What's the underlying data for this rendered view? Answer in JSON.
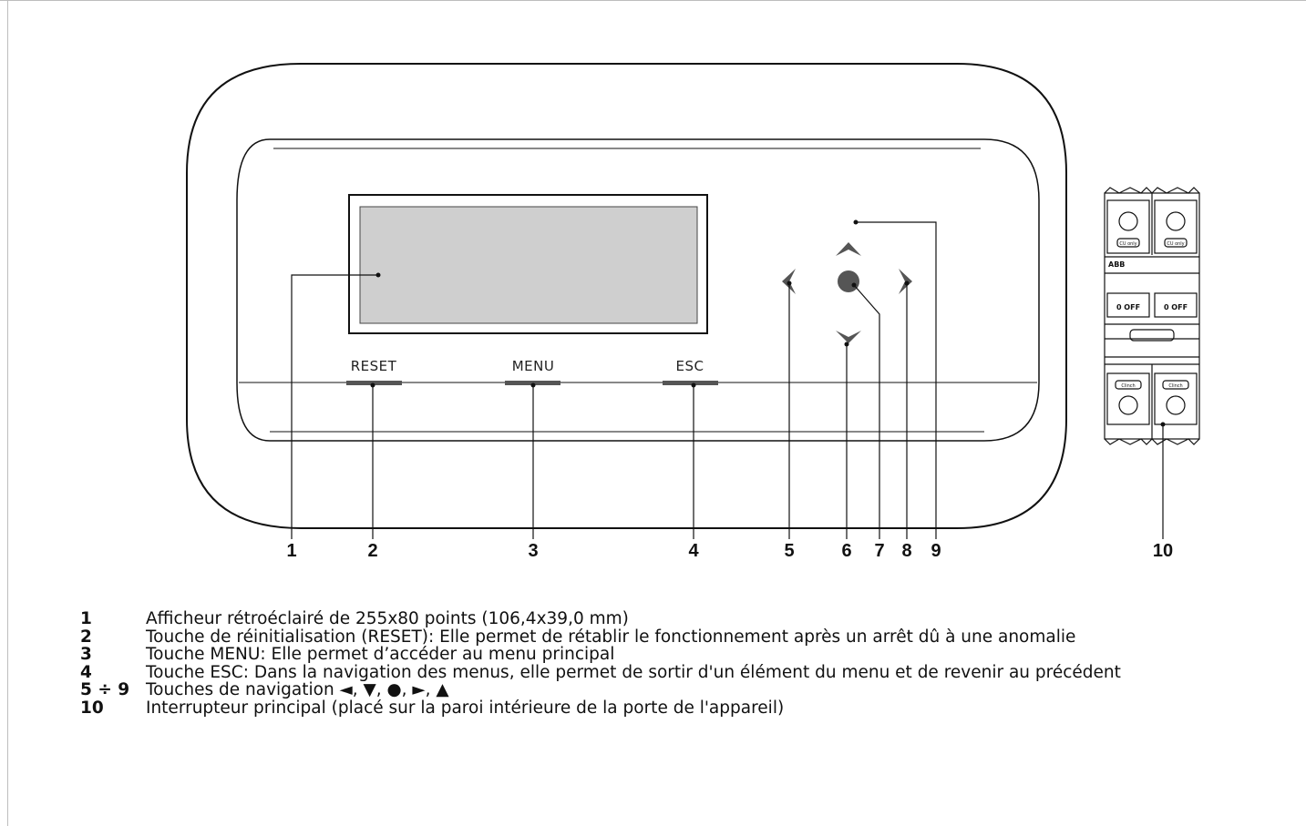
{
  "buttons": {
    "reset": "RESET",
    "menu": "MENU",
    "esc": "ESC"
  },
  "callouts": [
    "1",
    "2",
    "3",
    "4",
    "5",
    "6",
    "7",
    "8",
    "9",
    "10"
  ],
  "breaker": {
    "top_label": "CU only",
    "brand": "ABB",
    "switch_label": "0 OFF",
    "bottom_label": "Clinch"
  },
  "legend": [
    {
      "num": "1",
      "text": "Afficheur rétroéclairé de 255x80 points (106,4x39,0 mm)"
    },
    {
      "num": "2",
      "text": "Touche de réinitialisation (RESET): Elle permet de rétablir le fonctionnement après un arrêt dû à une anomalie"
    },
    {
      "num": "3",
      "text": "Touche MENU: Elle permet d’accéder au menu principal"
    },
    {
      "num": "4",
      "text": "Touche ESC: Dans la navigation des menus, elle permet de sortir d'un élément du menu et de revenir au précédent"
    },
    {
      "num": "5 ÷ 9",
      "text": "Touches de navigation ◄, ▼, ●, ►, ▲"
    },
    {
      "num": "10",
      "text": "Interrupteur principal (placé sur la paroi intérieure de la porte de l'appareil)"
    }
  ]
}
